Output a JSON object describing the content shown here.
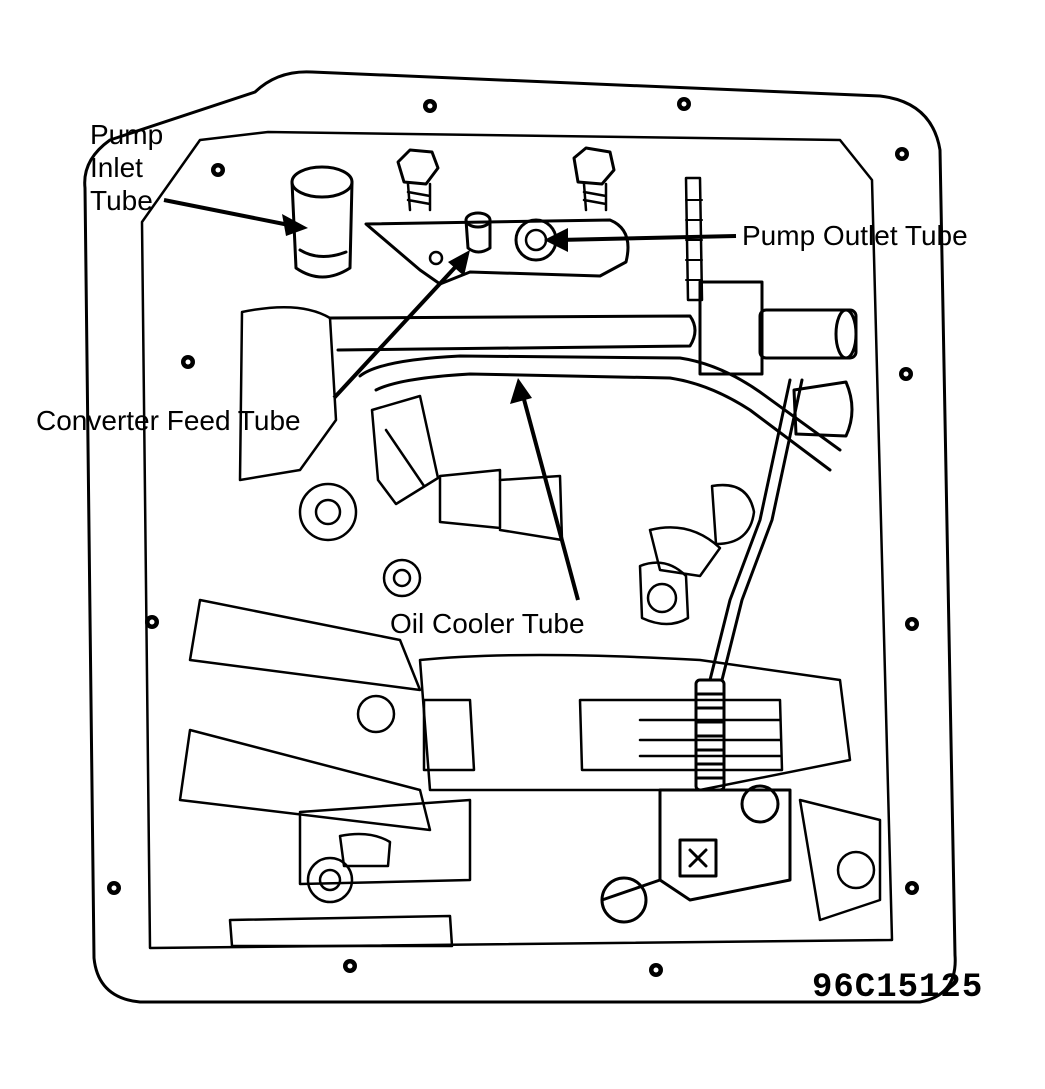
{
  "diagram": {
    "labels": {
      "pump_inlet_tube": [
        "Pump",
        "Inlet",
        "Tube"
      ],
      "pump_outlet_tube": "Pump Outlet Tube",
      "converter_feed_tube": "Converter Feed Tube",
      "oil_cooler_tube": "Oil Cooler Tube"
    },
    "figure_id": "96C15125"
  }
}
